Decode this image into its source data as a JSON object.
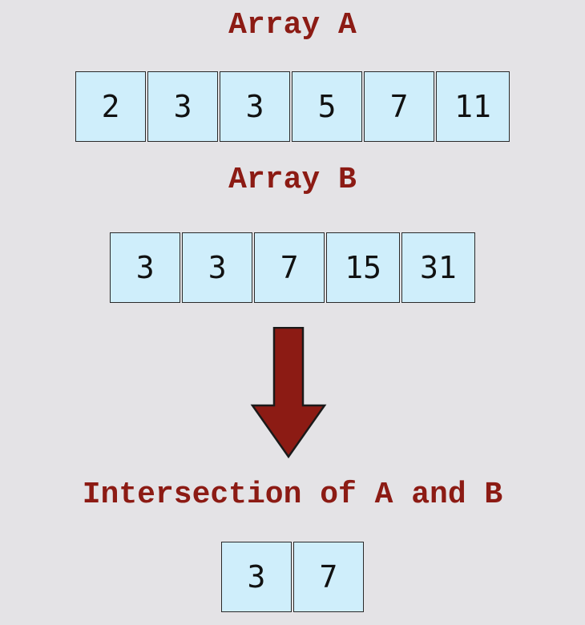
{
  "array_a": {
    "title": "Array A",
    "values": [
      "2",
      "3",
      "3",
      "5",
      "7",
      "11"
    ]
  },
  "array_b": {
    "title": "Array B",
    "values": [
      "3",
      "3",
      "7",
      "15",
      "31"
    ]
  },
  "arrow": {
    "color": "#8c1b14",
    "icon": "down-arrow-icon"
  },
  "intersection": {
    "title": "Intersection of A and B",
    "values": [
      "3",
      "7"
    ]
  },
  "colors": {
    "background": "#e4e3e6",
    "cell_fill": "#cfeefb",
    "label_text": "#8c1b14"
  }
}
